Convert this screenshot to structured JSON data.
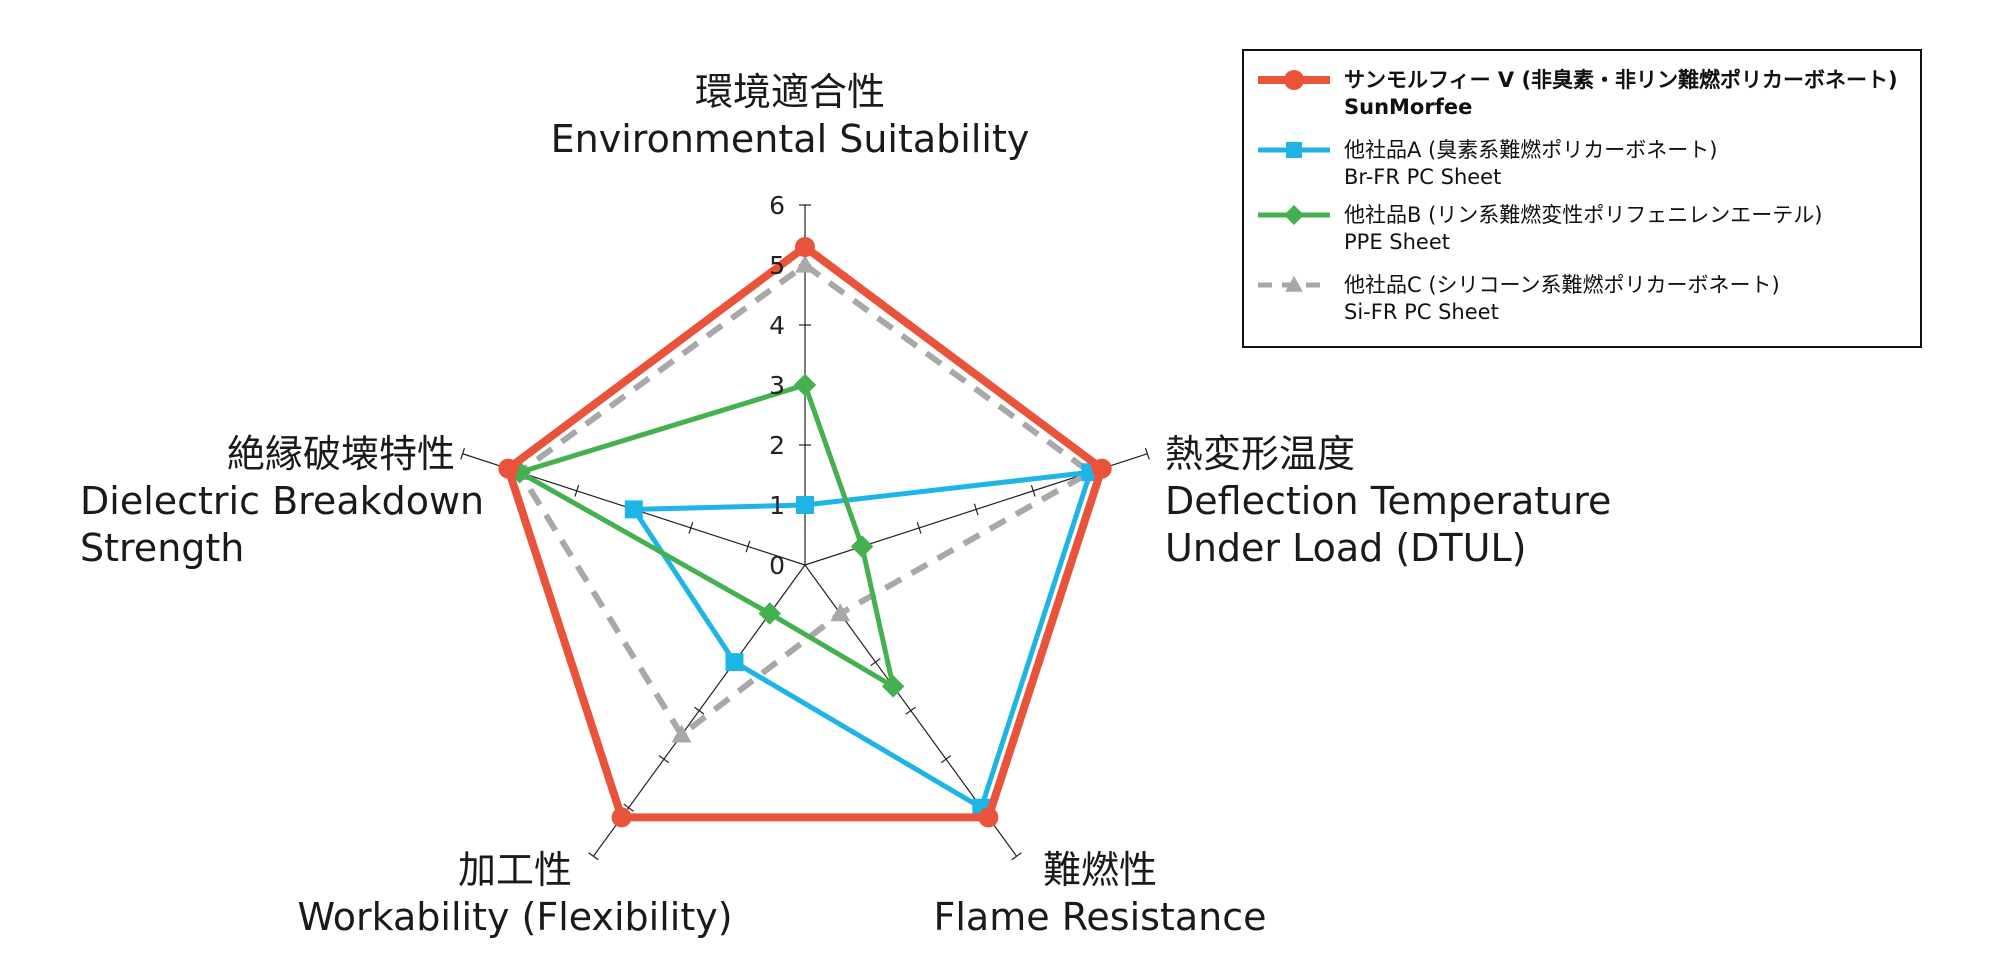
{
  "chart_data": {
    "type": "radar",
    "axes": [
      {
        "ja": "環境適合性",
        "en": [
          "Environmental Suitability"
        ]
      },
      {
        "ja": "熱変形温度",
        "en": [
          "Deflection Temperature",
          "Under Load (DTUL)"
        ]
      },
      {
        "ja": "難燃性",
        "en": [
          "Flame Resistance"
        ]
      },
      {
        "ja": "加工性",
        "en": [
          "Workability (Flexibility)"
        ]
      },
      {
        "ja": "絶縁破壊特性",
        "en": [
          "Dielectric Breakdown",
          "Strength"
        ]
      }
    ],
    "rlim": [
      0,
      6
    ],
    "ticks": [
      "0",
      "1",
      "2",
      "3",
      "4",
      "5",
      "6"
    ],
    "series": [
      {
        "name": "サンモルフィー V (非臭素・非リン難燃ポリカーボネート)",
        "name_en": "SunMorfee",
        "values": [
          5.3,
          5.2,
          5.2,
          5.2,
          5.2
        ],
        "color": "#e8533a",
        "marker": "circle",
        "dash": "solid"
      },
      {
        "name": "他社品A (臭素系難燃ポリカーボネート)",
        "name_en": "Br-FR PC Sheet",
        "values": [
          1,
          5,
          5,
          2,
          3
        ],
        "color": "#1eb5e6",
        "marker": "square",
        "dash": "solid"
      },
      {
        "name": "他社品B (リン系難燃変性ポリフェニレンエーテル)",
        "name_en": "PPE Sheet",
        "values": [
          3,
          1,
          2.5,
          1,
          5
        ],
        "color": "#45b050",
        "marker": "diamond",
        "dash": "solid"
      },
      {
        "name": "他社品C (シリコーン系難燃ポリカーボネート)",
        "name_en": "Si-FR PC Sheet",
        "values": [
          5,
          5,
          1,
          3.5,
          5
        ],
        "color": "#a8a8a8",
        "marker": "triangle",
        "dash": "dashed"
      }
    ],
    "legend_position": "top-right"
  }
}
